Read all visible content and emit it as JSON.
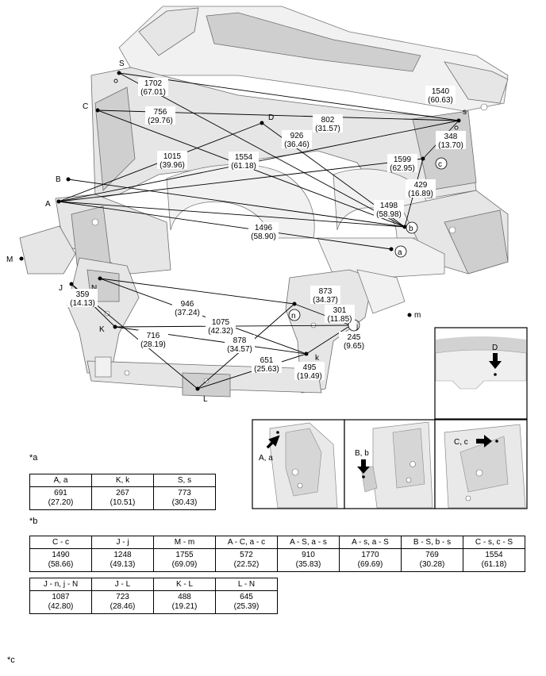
{
  "points": {
    "S": "S",
    "s": "s",
    "C": "C",
    "c": "c",
    "D": "D",
    "B": "B",
    "b": "b",
    "A": "A",
    "a": "a",
    "M": "M",
    "m": "m",
    "J": "J",
    "j": "j",
    "N": "N",
    "n": "n",
    "K": "K",
    "k": "k",
    "L": "L"
  },
  "measurements": [
    {
      "id": "m1702",
      "mm": "1702",
      "inch": "(67.01)"
    },
    {
      "id": "m1540",
      "mm": "1540",
      "inch": "(60.63)"
    },
    {
      "id": "m756",
      "mm": "756",
      "inch": "(29.76)"
    },
    {
      "id": "m802",
      "mm": "802",
      "inch": "(31.57)"
    },
    {
      "id": "m926",
      "mm": "926",
      "inch": "(36.46)"
    },
    {
      "id": "m348",
      "mm": "348",
      "inch": "(13.70)"
    },
    {
      "id": "m1015",
      "mm": "1015",
      "inch": "(39.96)"
    },
    {
      "id": "m1554",
      "mm": "1554",
      "inch": "(61.18)"
    },
    {
      "id": "m1599",
      "mm": "1599",
      "inch": "(62.95)"
    },
    {
      "id": "m429",
      "mm": "429",
      "inch": "(16.89)"
    },
    {
      "id": "m1498",
      "mm": "1498",
      "inch": "(58.98)"
    },
    {
      "id": "m1496",
      "mm": "1496",
      "inch": "(58.90)"
    },
    {
      "id": "m873",
      "mm": "873",
      "inch": "(34.37)"
    },
    {
      "id": "m359",
      "mm": "359",
      "inch": "(14.13)"
    },
    {
      "id": "m946",
      "mm": "946",
      "inch": "(37.24)"
    },
    {
      "id": "m301",
      "mm": "301",
      "inch": "(11.85)"
    },
    {
      "id": "m1075",
      "mm": "1075",
      "inch": "(42.32)"
    },
    {
      "id": "m878",
      "mm": "878",
      "inch": "(34.57)"
    },
    {
      "id": "m245",
      "mm": "245",
      "inch": "(9.65)"
    },
    {
      "id": "m716",
      "mm": "716",
      "inch": "(28.19)"
    },
    {
      "id": "m651",
      "mm": "651",
      "inch": "(25.63)"
    },
    {
      "id": "m495",
      "mm": "495",
      "inch": "(19.49)"
    }
  ],
  "detail_views": {
    "d_label": "D",
    "aa_label": "A, a",
    "bb_label": "B, b",
    "cc_label": "C, c"
  },
  "section_a": {
    "note": "*a",
    "headers": [
      "A, a",
      "K, k",
      "S, s"
    ],
    "mm": [
      "691",
      "267",
      "773"
    ],
    "inch": [
      "(27.20)",
      "(10.51)",
      "(30.43)"
    ]
  },
  "section_b": {
    "note": "*b",
    "row1": {
      "headers": [
        "C - c",
        "J - j",
        "M - m",
        "A - C, a - c",
        "A - S, a - s",
        "A - s, a - S",
        "B - S, b - s",
        "C - s, c - S"
      ],
      "mm": [
        "1490",
        "1248",
        "1755",
        "572",
        "910",
        "1770",
        "769",
        "1554"
      ],
      "inch": [
        "(58.66)",
        "(49.13)",
        "(69.09)",
        "(22.52)",
        "(35.83)",
        "(69.69)",
        "(30.28)",
        "(61.18)"
      ]
    },
    "row2": {
      "headers": [
        "J - n, j - N",
        "J - L",
        "K - L",
        "L - N"
      ],
      "mm": [
        "1087",
        "723",
        "488",
        "645"
      ],
      "inch": [
        "(42.80)",
        "(28.46)",
        "(19.21)",
        "(25.39)"
      ]
    }
  },
  "section_c": {
    "note": "*c"
  }
}
